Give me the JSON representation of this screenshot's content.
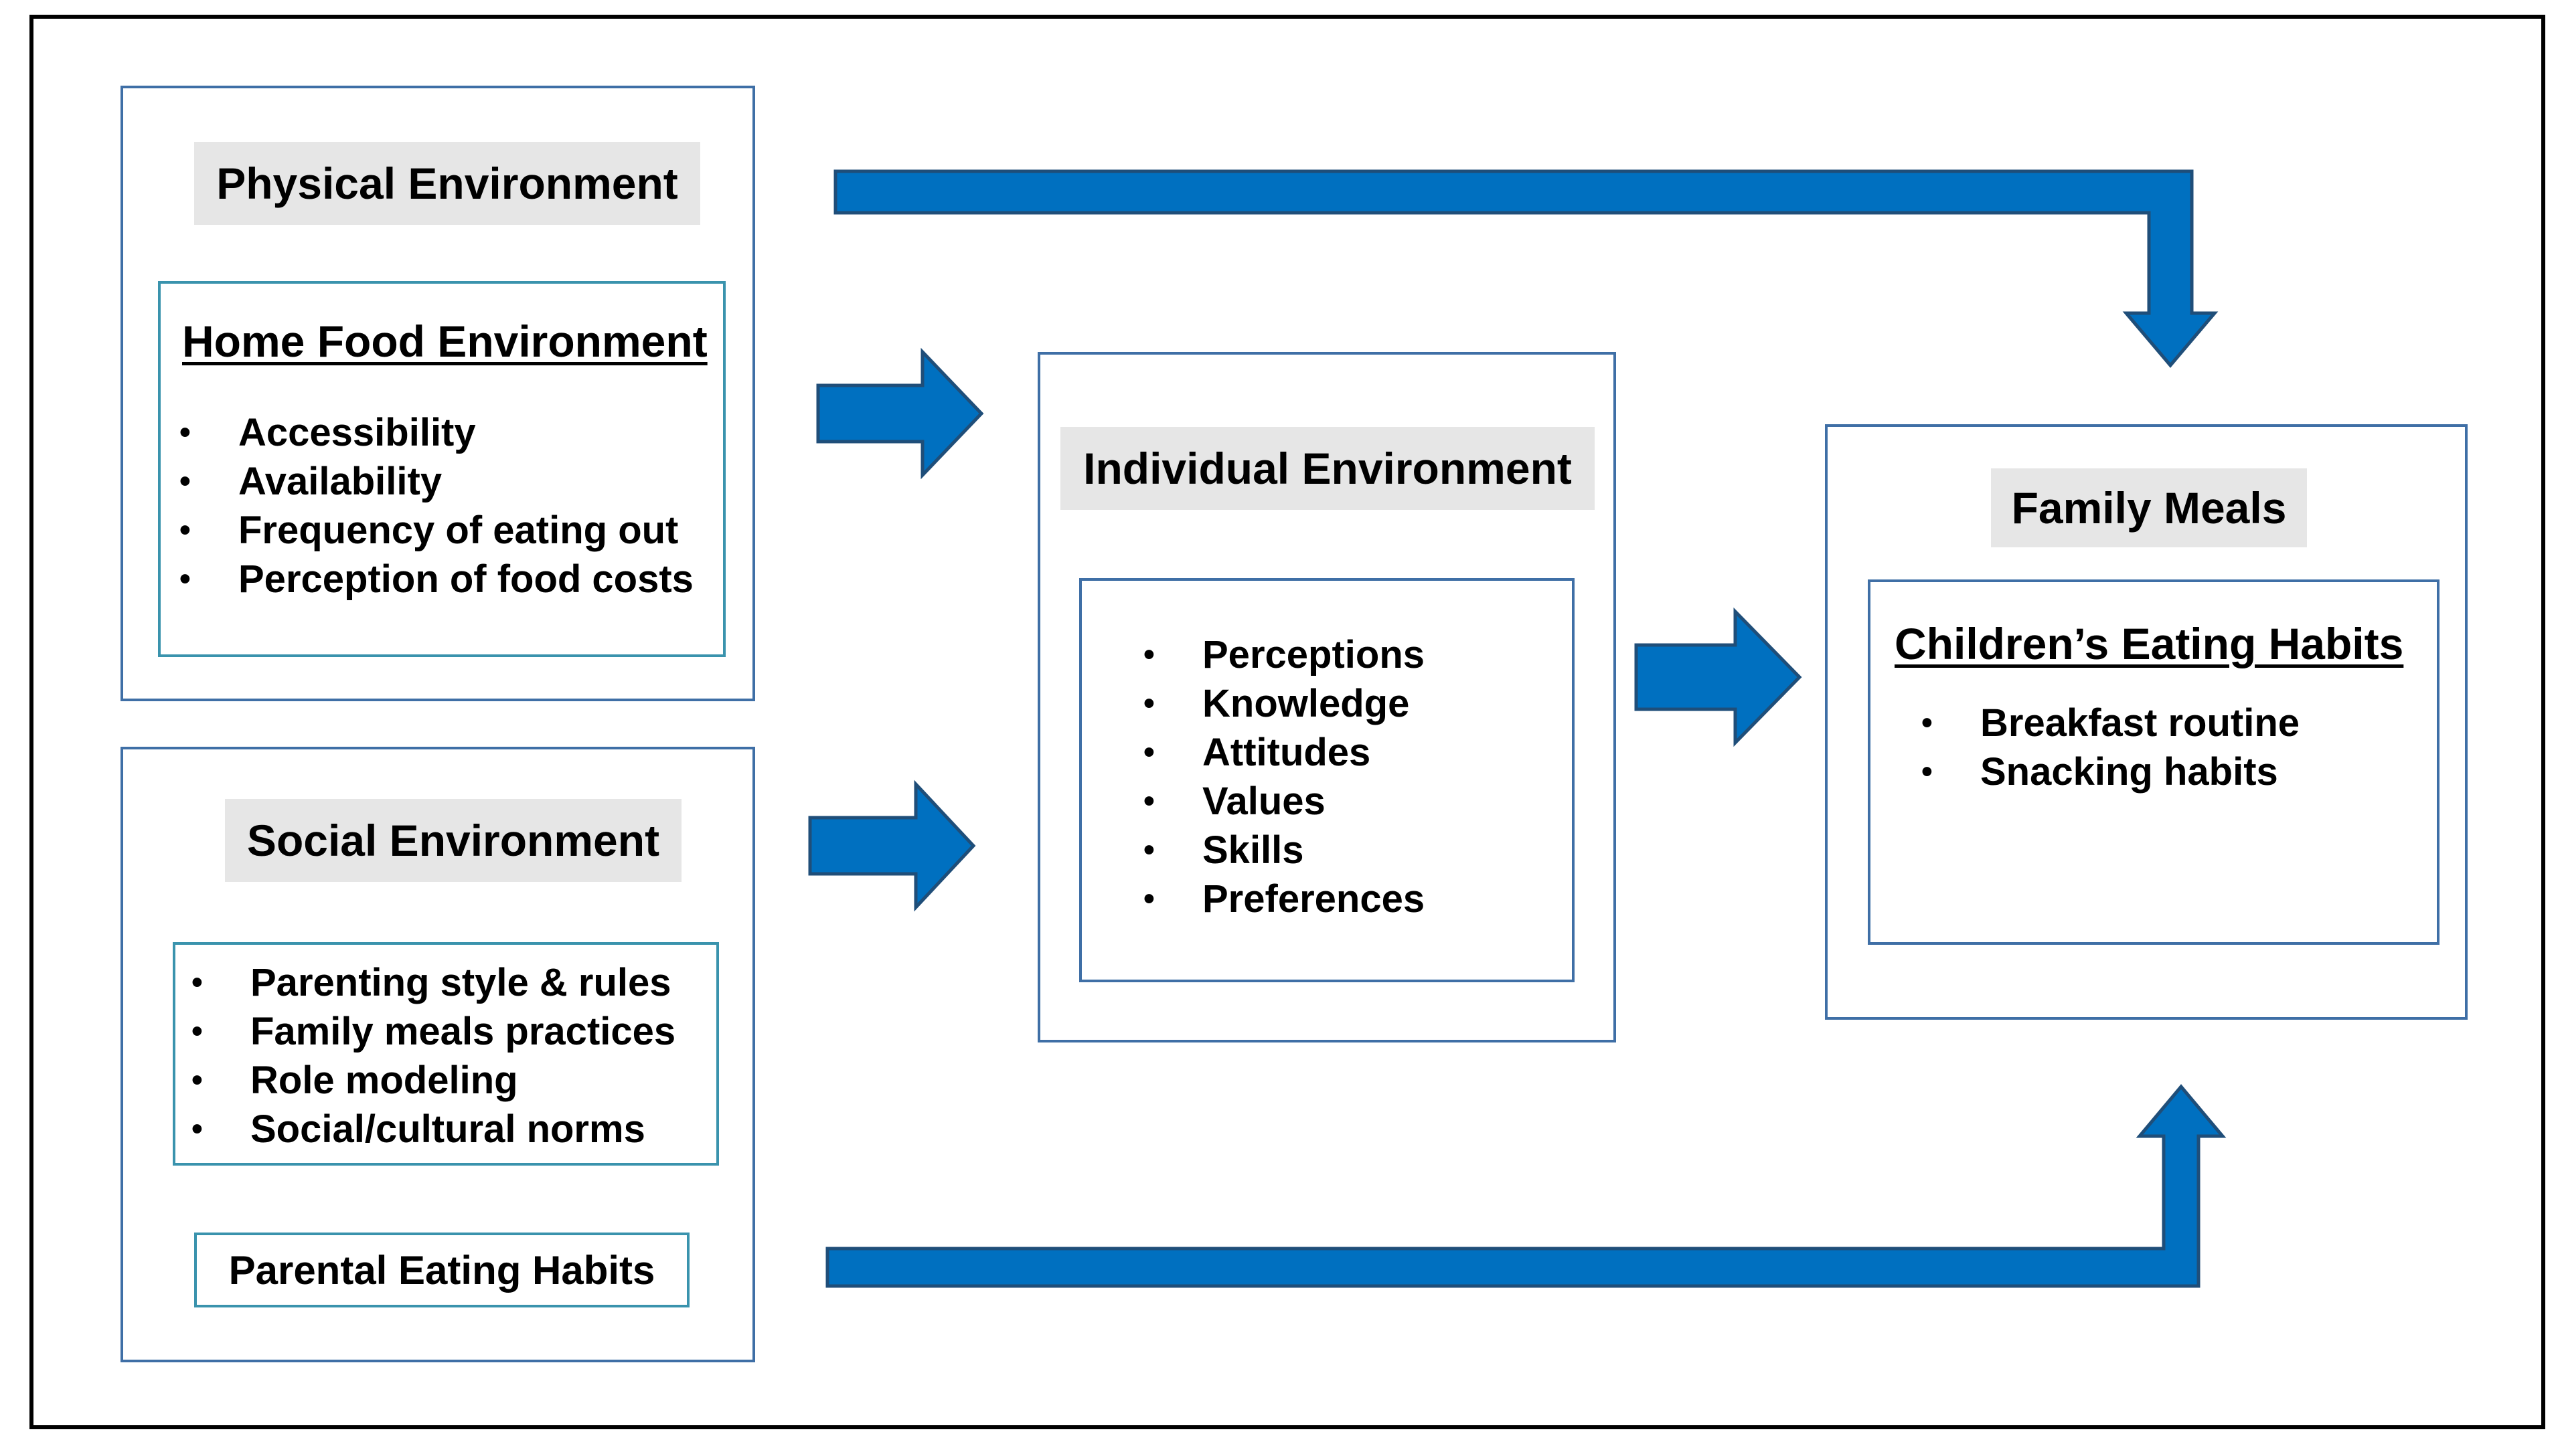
{
  "physical": {
    "title": "Physical Environment",
    "home_food": {
      "title": "Home Food Environment",
      "items": [
        "Accessibility",
        "Availability",
        "Frequency of eating out",
        "Perception of food costs"
      ]
    }
  },
  "social": {
    "title": "Social Environment",
    "items": [
      "Parenting style & rules",
      "Family meals practices",
      "Role modeling",
      "Social/cultural norms"
    ],
    "parental": "Parental Eating Habits"
  },
  "individual": {
    "title": "Individual Environment",
    "items": [
      "Perceptions",
      "Knowledge",
      "Attitudes",
      "Values",
      "Skills",
      "Preferences"
    ]
  },
  "family": {
    "title": "Family Meals",
    "children": {
      "title": "Children’s Eating Habits",
      "items": [
        "Breakfast routine",
        "Snacking habits"
      ]
    }
  },
  "colors": {
    "arrow_fill": "#0070c0",
    "arrow_stroke": "#1f4e79",
    "box_border": "#3f6fa6",
    "band": "#e6e6e6"
  }
}
